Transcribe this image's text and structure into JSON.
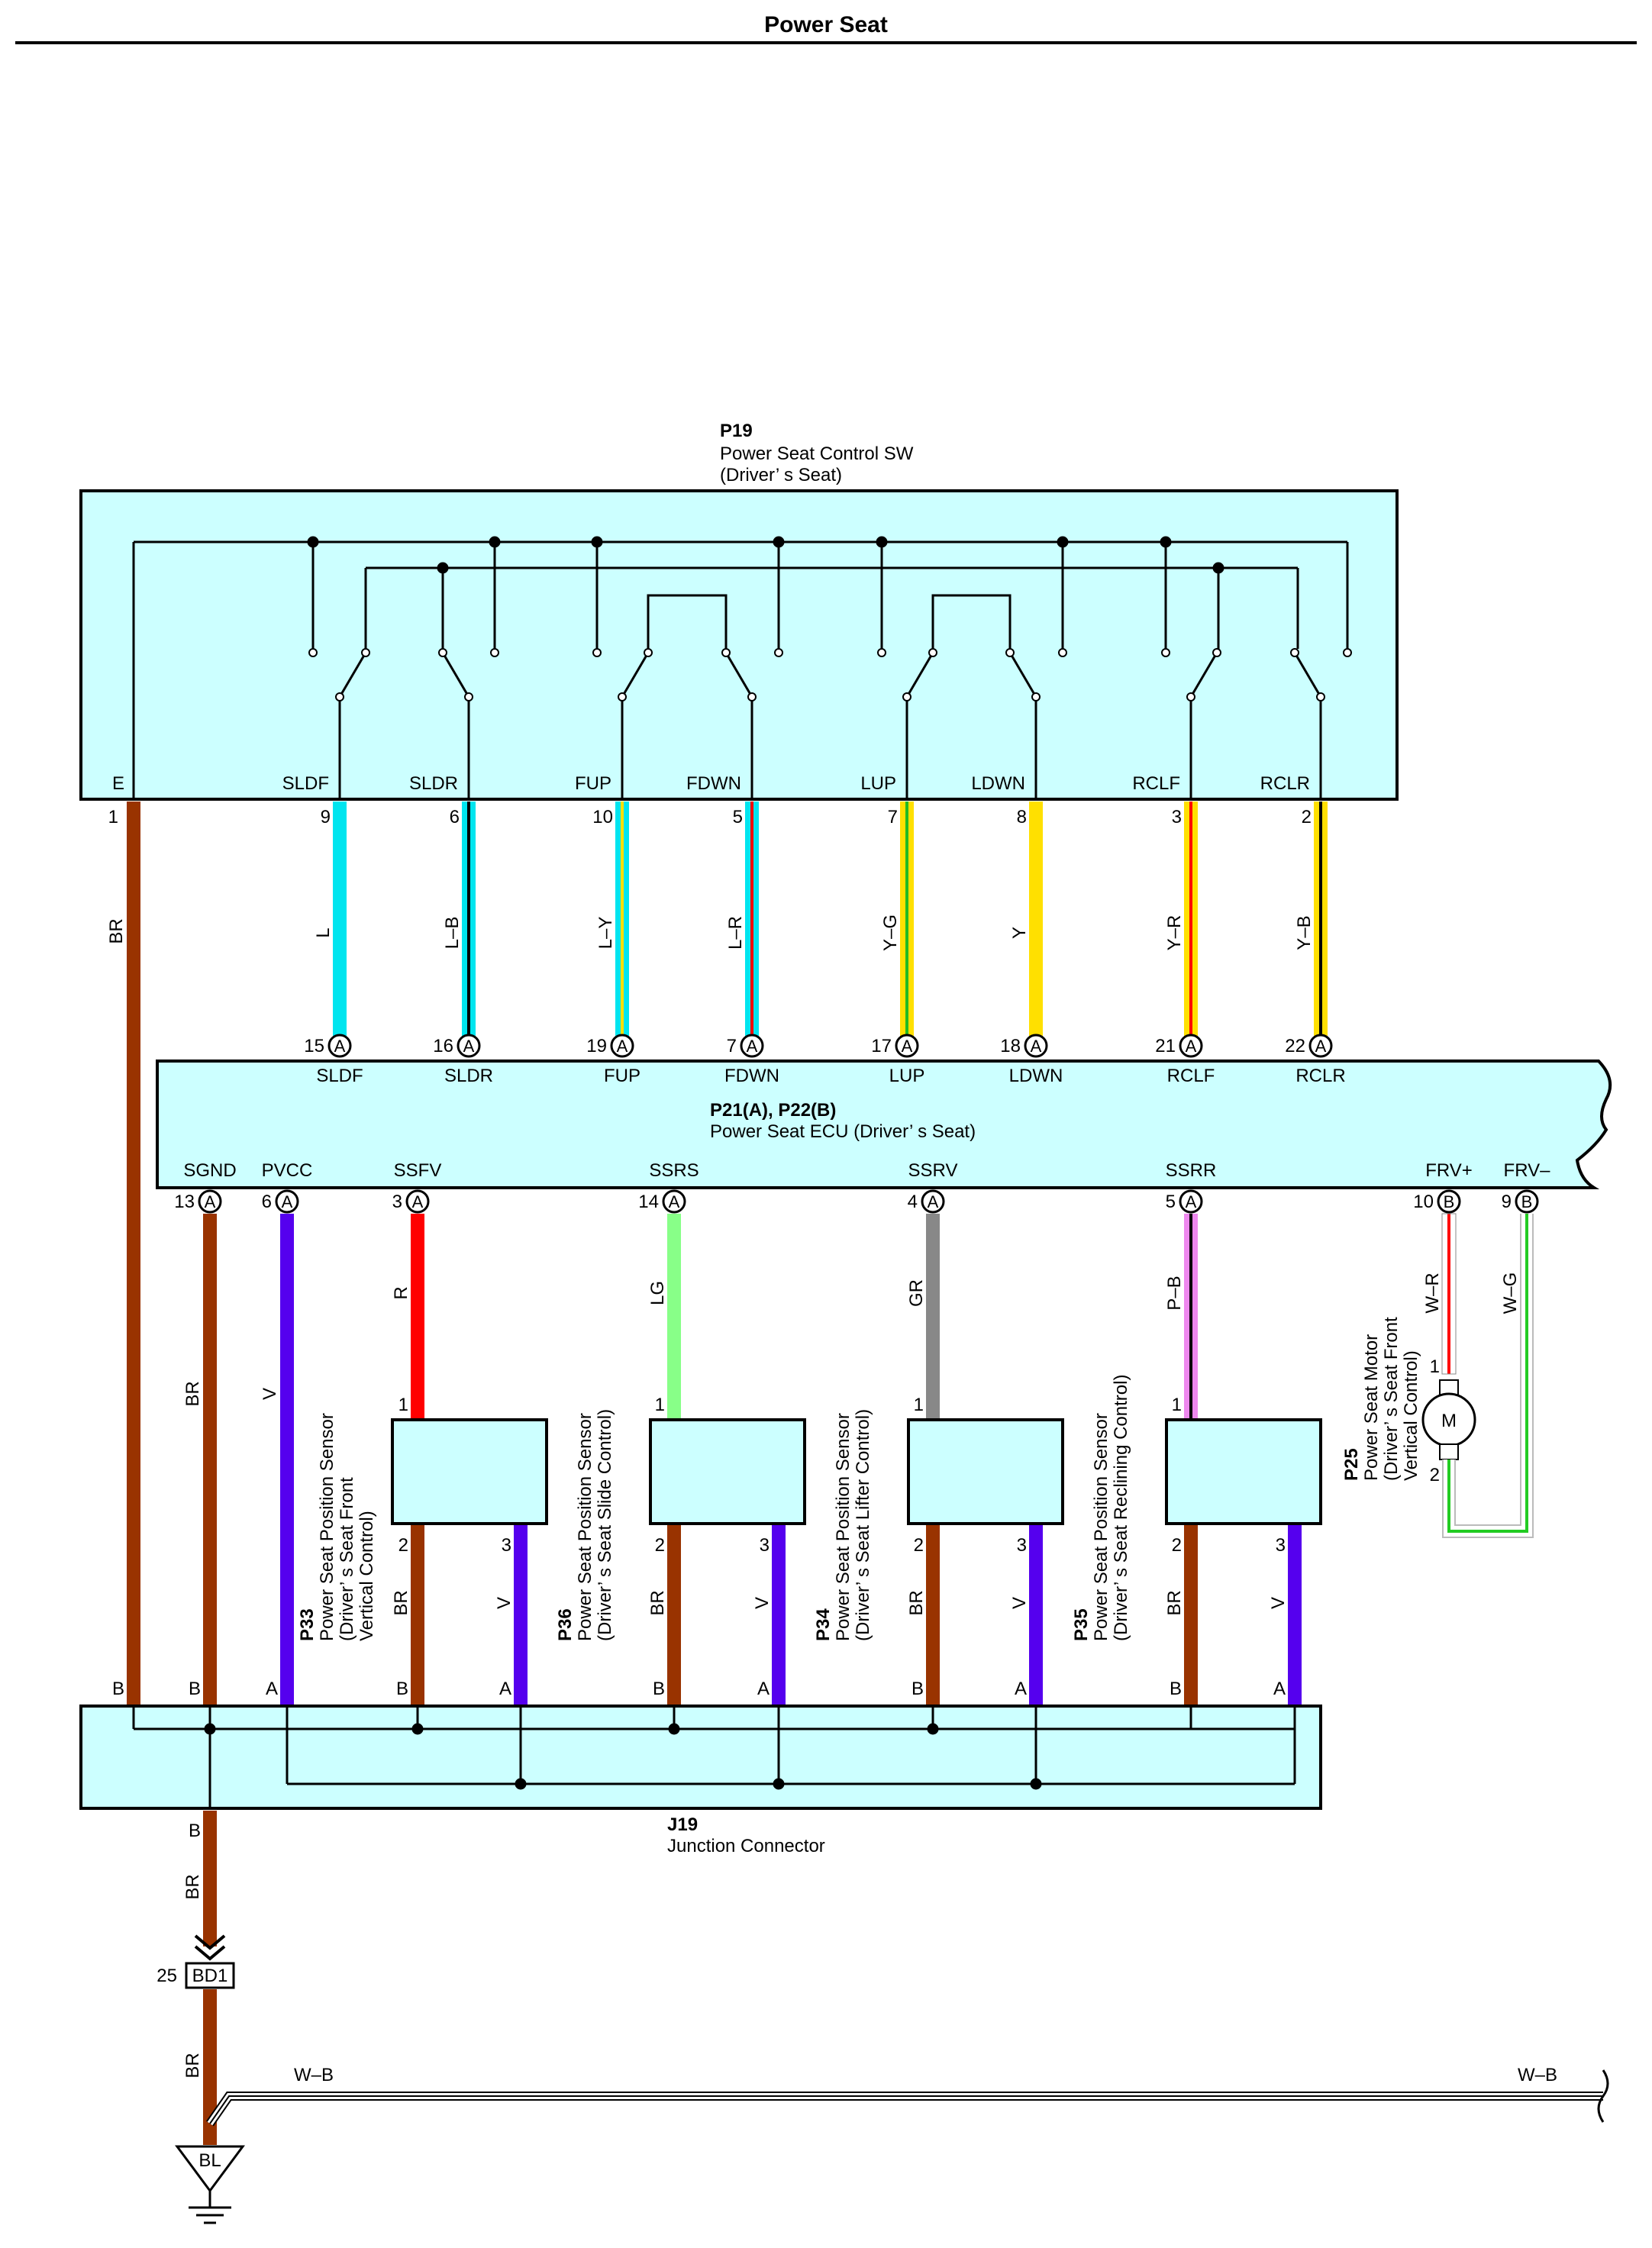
{
  "page": {
    "title": "Power Seat"
  },
  "switch": {
    "code": "P19",
    "name": "Power Seat Control SW",
    "sub": "(Driver’ s Seat)",
    "ground_label": "E",
    "ground_pin": "1",
    "ground_wire": "BR",
    "signals": [
      {
        "name": "SLDF",
        "sw_pin": "9",
        "wire": "L",
        "color": "#00e5ef",
        "stripe": null,
        "ecu_pin": "15",
        "conn": "A"
      },
      {
        "name": "SLDR",
        "sw_pin": "6",
        "wire": "L–B",
        "color": "#00e5ef",
        "stripe": "#000000",
        "ecu_pin": "16",
        "conn": "A"
      },
      {
        "name": "FUP",
        "sw_pin": "10",
        "wire": "L–Y",
        "color": "#00e5ef",
        "stripe": "#ffe000",
        "ecu_pin": "19",
        "conn": "A"
      },
      {
        "name": "FDWN",
        "sw_pin": "5",
        "wire": "L–R",
        "color": "#00e5ef",
        "stripe": "#ff0000",
        "ecu_pin": "7",
        "conn": "A"
      },
      {
        "name": "LUP",
        "sw_pin": "7",
        "wire": "Y–G",
        "color": "#ffe000",
        "stripe": "#22bb22",
        "ecu_pin": "17",
        "conn": "A"
      },
      {
        "name": "LDWN",
        "sw_pin": "8",
        "wire": "Y",
        "color": "#ffe000",
        "stripe": null,
        "ecu_pin": "18",
        "conn": "A"
      },
      {
        "name": "RCLF",
        "sw_pin": "3",
        "wire": "Y–R",
        "color": "#ffe000",
        "stripe": "#ff0000",
        "ecu_pin": "21",
        "conn": "A"
      },
      {
        "name": "RCLR",
        "sw_pin": "2",
        "wire": "Y–B",
        "color": "#ffe000",
        "stripe": "#000000",
        "ecu_pin": "22",
        "conn": "A"
      }
    ]
  },
  "ecu": {
    "code": "P21(A), P22(B)",
    "name": "Power Seat ECU (Driver’ s Seat)",
    "bottom_pins": [
      {
        "name": "SGND",
        "pin": "13",
        "conn": "A"
      },
      {
        "name": "PVCC",
        "pin": "6",
        "conn": "A"
      },
      {
        "name": "SSFV",
        "pin": "3",
        "conn": "A"
      },
      {
        "name": "SSRS",
        "pin": "14",
        "conn": "A"
      },
      {
        "name": "SSRV",
        "pin": "4",
        "conn": "A"
      },
      {
        "name": "SSRR",
        "pin": "5",
        "conn": "A"
      },
      {
        "name": "FRV+",
        "pin": "10",
        "conn": "B"
      },
      {
        "name": "FRV–",
        "pin": "9",
        "conn": "B"
      }
    ]
  },
  "wires": {
    "sgnd": "BR",
    "pvcc": "V",
    "ssfv": "R",
    "ssrs": "LG",
    "ssrv": "GR",
    "ssrr": "P–B",
    "frv_plus": "W–R",
    "frv_minus": "W–G",
    "sensor_gnd": "BR",
    "sensor_vcc": "V",
    "ground_run": "BR",
    "wb": "W–B"
  },
  "colors": {
    "br": "#993300",
    "v": "#5500ee",
    "r": "#ff0000",
    "lg": "#88ff88",
    "gr": "#888888",
    "p": "#ee88ee",
    "box_fill": "#ccffff",
    "white": "#ffffff",
    "green": "#22cc22"
  },
  "sensors": [
    {
      "code": "P33",
      "l1": "Power Seat Position Sensor",
      "l2": "(Driver’ s Seat Front",
      "l3": "Vertical Control)"
    },
    {
      "code": "P36",
      "l1": "Power Seat Position Sensor",
      "l2": "(Driver’ s Seat Slide Control)",
      "l3": ""
    },
    {
      "code": "P34",
      "l1": "Power Seat Position Sensor",
      "l2": "(Driver’ s Seat Lifter Control)",
      "l3": ""
    },
    {
      "code": "P35",
      "l1": "Power Seat Position Sensor",
      "l2": "(Driver’ s Seat Reclining Control)",
      "l3": ""
    }
  ],
  "sensor_pins": {
    "p1": "1",
    "p2": "2",
    "p3": "3"
  },
  "motor": {
    "code": "P25",
    "l1": "Power Seat Motor",
    "l2": "(Driver’ s Seat Front",
    "l3": "Vertical Control)",
    "symbol": "M",
    "pin1": "1",
    "pin2": "2"
  },
  "junction": {
    "code": "J19",
    "name": "Junction Connector",
    "labels": [
      "B",
      "B",
      "A",
      "B",
      "A",
      "B",
      "A",
      "B",
      "A",
      "B",
      "A"
    ],
    "out_label": "B"
  },
  "bd1": {
    "pin": "25",
    "name": "BD1"
  },
  "ground": {
    "name": "BL"
  }
}
